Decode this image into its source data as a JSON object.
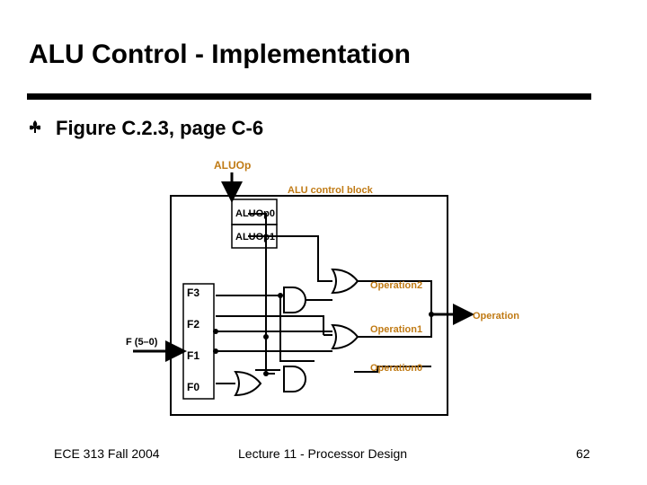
{
  "slide": {
    "title": "ALU Control - Implementation",
    "bullet": "Figure C.2.3, page C-6",
    "footer_left": "ECE 313 Fall 2004",
    "footer_center": "Lecture 11 - Processor Design",
    "footer_right": "62"
  },
  "diagram": {
    "aluop_label": "ALUOp",
    "block_label": "ALU control block",
    "aluop0": "ALUOp0",
    "aluop1": "ALUOp1",
    "f_bus": "F (5–0)",
    "f3": "F3",
    "f2": "F2",
    "f1": "F1",
    "f0": "F0",
    "operation2": "Operation2",
    "operation1": "Operation1",
    "operation0": "Operation0",
    "operation": "Operation",
    "accent_color": "#c07a14"
  }
}
